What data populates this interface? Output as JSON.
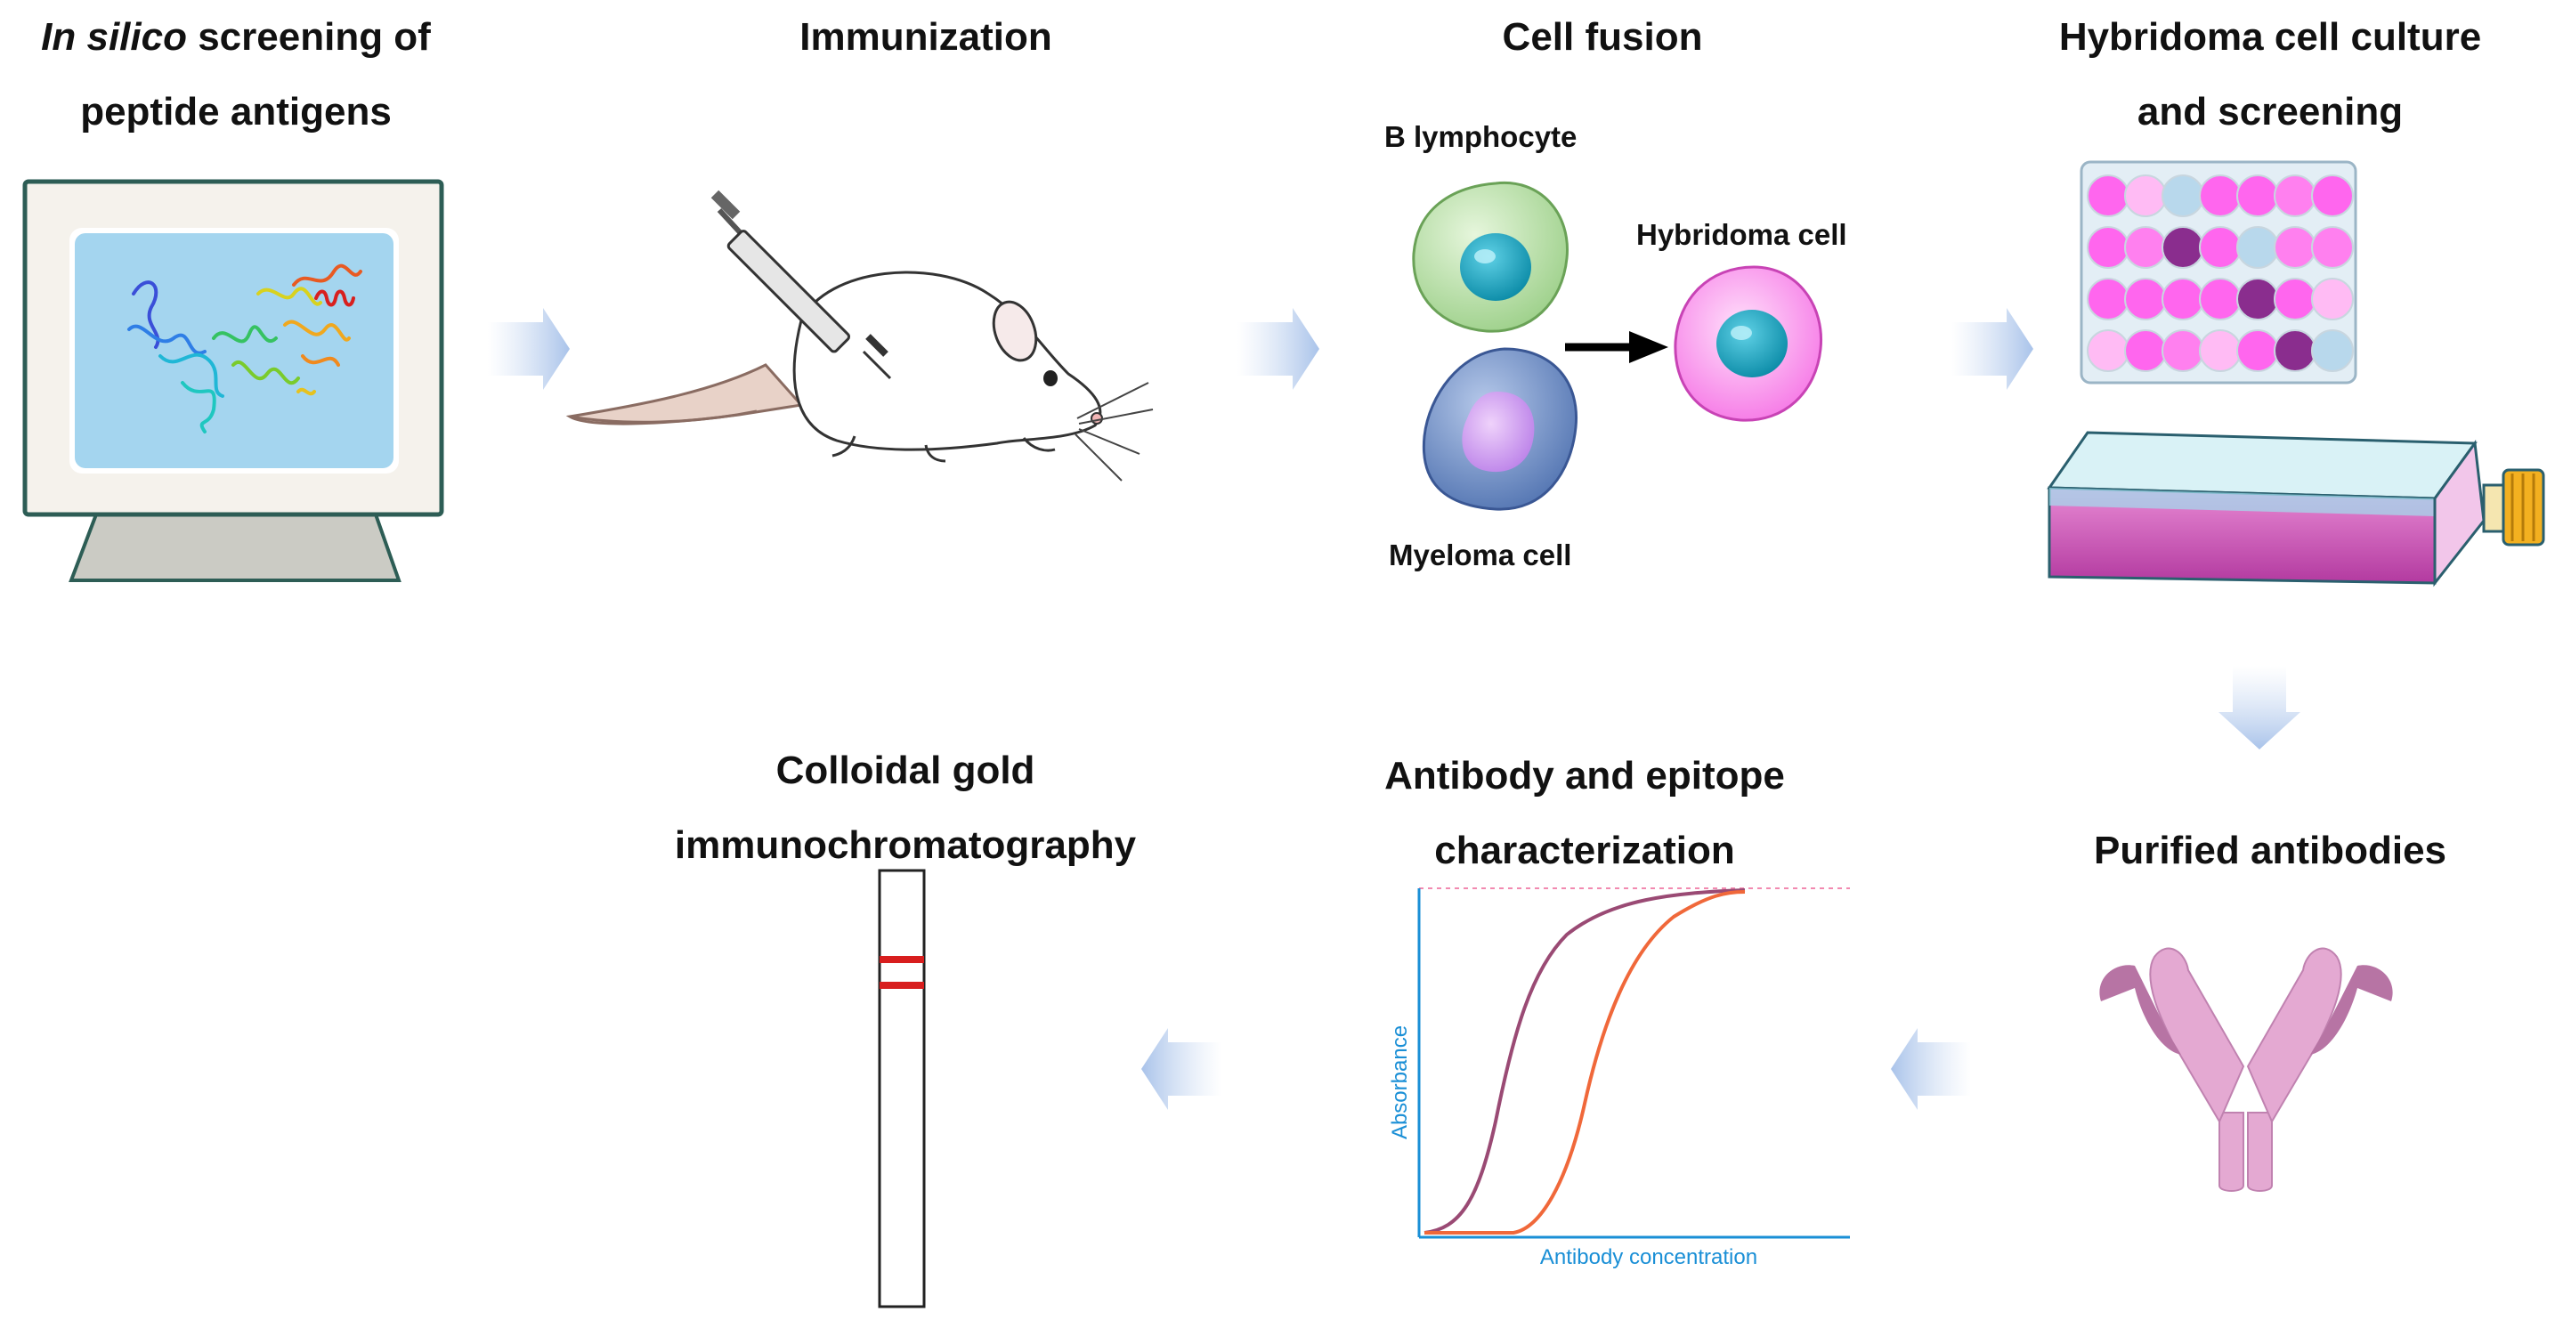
{
  "steps": {
    "screening": {
      "title_em": "In silico",
      "title_rest": " screening of",
      "title_line2": "peptide antigens"
    },
    "immunization": {
      "title": "Immunization"
    },
    "fusion": {
      "title": "Cell fusion",
      "b_cell": "B lymphocyte",
      "hybridoma": "Hybridoma cell",
      "myeloma": "Myeloma cell"
    },
    "culture": {
      "title_line1": "Hybridoma cell culture",
      "title_line2": "and screening"
    },
    "purified": {
      "title": "Purified antibodies"
    },
    "characterization": {
      "title_line1": "Antibody and epitope",
      "title_line2": "characterization",
      "ylabel": "Absorbance",
      "xlabel": "Antibody concentration"
    },
    "gold": {
      "title_line1": "Colloidal gold",
      "title_line2": "immunochromatography"
    }
  },
  "colors": {
    "arrow": "#c9d8f0",
    "curve1": "#9a4a74",
    "curve2": "#f0683a",
    "axis": "#1a8fd6",
    "strip_line": "#d81e1e"
  },
  "well_plate": {
    "rows": [
      [
        "#ff66ee",
        "#ffbbf4",
        "#b8d8ec",
        "#ff66ee",
        "#ff66ee",
        "#ff80ef",
        "#ff66ee"
      ],
      [
        "#ff66ee",
        "#ff80ef",
        "#8a2d8e",
        "#ff66ee",
        "#b8d8ec",
        "#ff80ef",
        "#ff80ef"
      ],
      [
        "#ff66ee",
        "#ff66ee",
        "#ff66ee",
        "#ff66ee",
        "#8a2d8e",
        "#ff66ee",
        "#ffbbf4"
      ],
      [
        "#ffbbf4",
        "#ff66ee",
        "#ff80ef",
        "#ffbbf4",
        "#ff66ee",
        "#8a2d8e",
        "#b8d8ec"
      ]
    ]
  }
}
